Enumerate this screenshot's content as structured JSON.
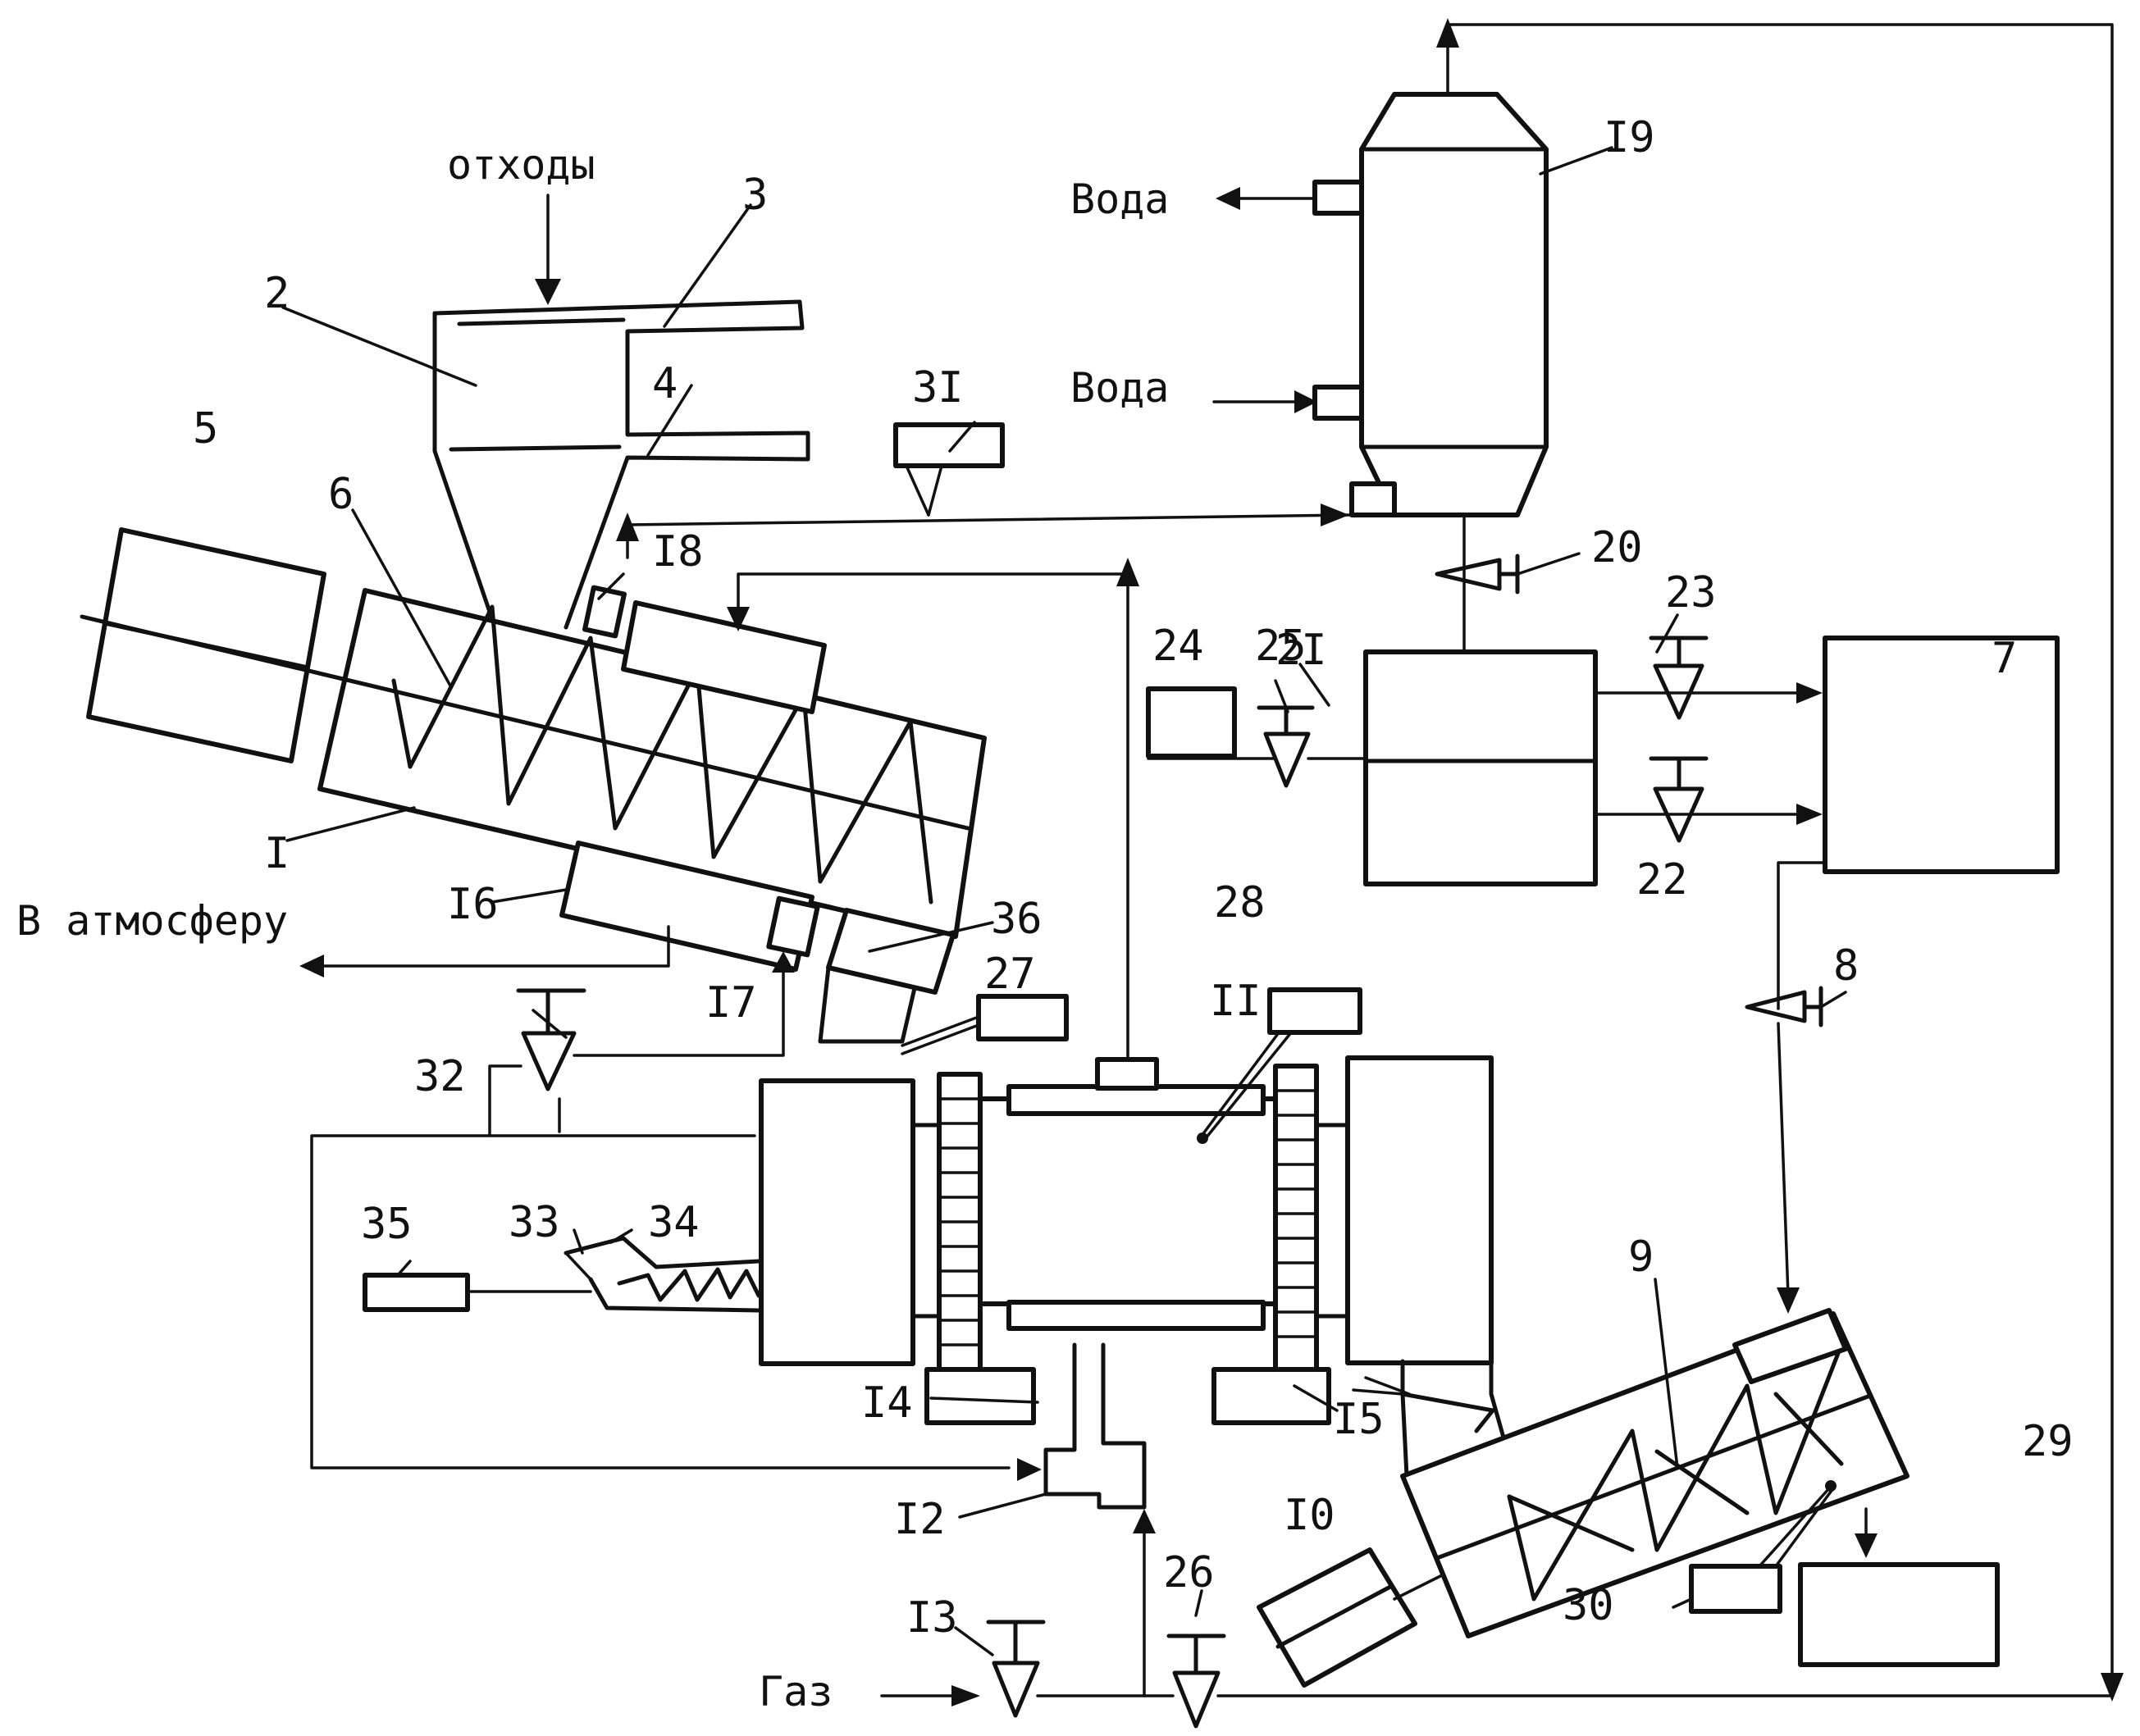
{
  "flow_labels": {
    "waste": "отходы",
    "atmosphere": "В атмосферу",
    "water_out": "Вода",
    "water_in": "Вода",
    "gas": "Газ"
  },
  "callouts": [
    "1",
    "2",
    "3",
    "4",
    "5",
    "6",
    "7",
    "8",
    "9",
    "10",
    "11",
    "12",
    "13",
    "14",
    "15",
    "16",
    "17",
    "18",
    "19",
    "20",
    "21",
    "22",
    "23",
    "24",
    "25",
    "26",
    "27",
    "28",
    "29",
    "30",
    "31",
    "32",
    "33",
    "34",
    "35",
    "36"
  ],
  "callout_text": {
    "1": "I",
    "2": "2",
    "3": "3",
    "4": "4",
    "5": "5",
    "6": "6",
    "7": "7",
    "8": "8",
    "9": "9",
    "10": "I0",
    "11": "II",
    "12": "I2",
    "13": "I3",
    "14": "I4",
    "15": "I5",
    "16": "I6",
    "17": "I7",
    "18": "I8",
    "19": "I9",
    "20": "20",
    "21": "2I",
    "22": "22",
    "23": "23",
    "24": "24",
    "25": "25",
    "26": "26",
    "27": "27",
    "28": "28",
    "29": "29",
    "30": "30",
    "31": "3I",
    "32": "32",
    "33": "33",
    "34": "34",
    "35": "35",
    "36": "36"
  }
}
